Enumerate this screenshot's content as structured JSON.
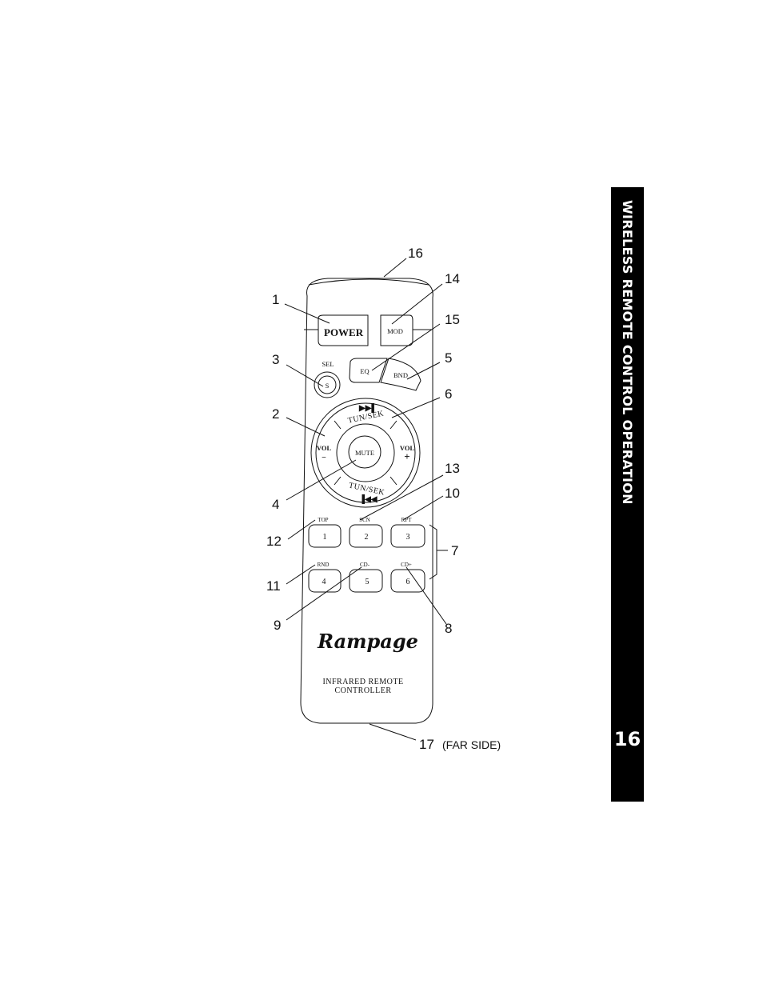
{
  "sidebar": {
    "section_title": "WIRELESS REMOTE CONTROL OPERATION",
    "page_number": "16"
  },
  "remote": {
    "buttons": {
      "power": "POWER",
      "mod": "MOD",
      "eq": "EQ",
      "bnd": "BND",
      "sel_label": "SEL",
      "sel_button": "S",
      "mute": "MUTE",
      "tun_sek_top": "TUN/SEK",
      "tun_sek_bottom": "TUN/SEK",
      "vol_minus_label": "VOL",
      "vol_plus_label": "VOL",
      "vol_minus_symbol": "−",
      "vol_plus_symbol": "+",
      "num1": "1",
      "num2": "2",
      "num3": "3",
      "num4": "4",
      "num5": "5",
      "num6": "6",
      "top_label": "TOP",
      "scn_label": "SCN",
      "rpt_label": "RPT",
      "rnd_label": "RND",
      "cd_minus_label": "CD-",
      "cd_plus_label": "CD+"
    },
    "brand": "Rampage",
    "caption_line1": "INFRARED REMOTE",
    "caption_line2": "CONTROLLER"
  },
  "callouts": {
    "c1": "1",
    "c2": "2",
    "c3": "3",
    "c4": "4",
    "c5": "5",
    "c6": "6",
    "c7": "7",
    "c8": "8",
    "c9": "9",
    "c10": "10",
    "c11": "11",
    "c12": "12",
    "c13": "13",
    "c14": "14",
    "c15": "15",
    "c16": "16",
    "c17": "17",
    "c17_note": "(FAR SIDE)"
  }
}
